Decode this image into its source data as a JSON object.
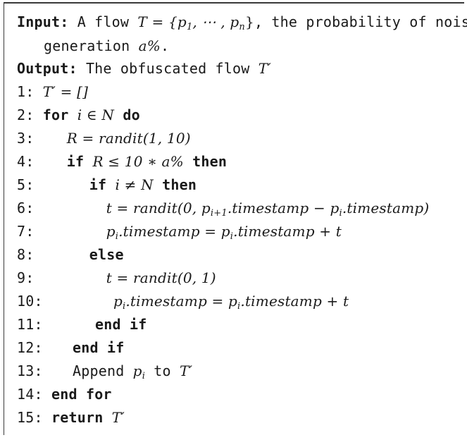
{
  "algorithm": {
    "input_label": "Input:",
    "input_text_a": "A flow ",
    "input_math": "T = {p",
    "input_sub1": "1",
    "input_dots": ", ⋯ , p",
    "input_subn": "n",
    "input_close": "}",
    "input_text_b": ", the probability of noise",
    "input_text_c": "generation ",
    "input_math2": "a%",
    "input_period": ".",
    "output_label": "Output:",
    "output_text": "The obfuscated flow ",
    "output_math": "T′",
    "lines": [
      {
        "num": "1:",
        "text": "T′ = []"
      },
      {
        "num": "2:",
        "kw": "for",
        "math": "i ∈ N",
        "kw2": "do"
      },
      {
        "num": "3:",
        "text": "R = randit(1, 10)"
      },
      {
        "num": "4:",
        "kw": "if",
        "math": "R ≤ 10 ∗ a%",
        "kw2": "then"
      },
      {
        "num": "5:",
        "kw": "if",
        "math": "i ≠ N",
        "kw2": "then"
      },
      {
        "num": "6:",
        "text": "t = randit(0, p",
        "sub": "i+1",
        "text2": ".timestamp − p",
        "sub2": "i",
        "text3": ".timestamp)"
      },
      {
        "num": "7:",
        "text": "p",
        "sub": "i",
        "text2": ".timestamp = p",
        "sub2": "i",
        "text3": ".timestamp + t"
      },
      {
        "num": "8:",
        "kw": "else"
      },
      {
        "num": "9:",
        "text": "t = randit(0, 1)"
      },
      {
        "num": "10:",
        "text": "p",
        "sub": "i",
        "text2": ".timestamp = p",
        "sub2": "i",
        "text3": ".timestamp + t"
      },
      {
        "num": "11:",
        "kw": "end if"
      },
      {
        "num": "12:",
        "kw": "end if"
      },
      {
        "num": "13:",
        "text": "Append ",
        "math": "p",
        "sub": "i",
        "text2": " to ",
        "math2": "T′"
      },
      {
        "num": "14:",
        "kw": "end for"
      },
      {
        "num": "15:",
        "kw": "return",
        "math": "T′"
      }
    ]
  }
}
